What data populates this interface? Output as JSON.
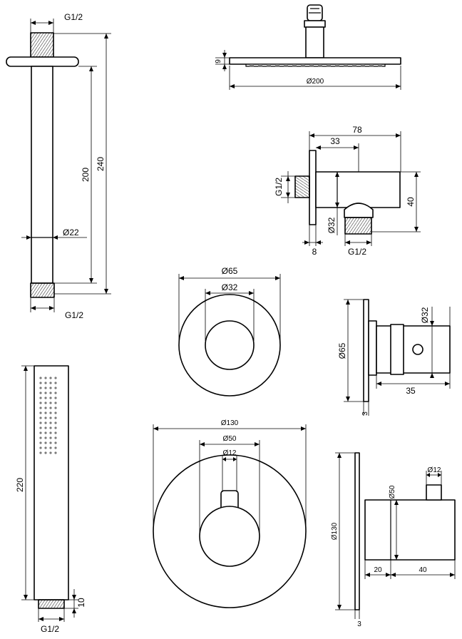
{
  "ceiling_arm": {
    "thread_top": "G1/2",
    "length_inner": "200",
    "length_total": "240",
    "diameter": "Ø22",
    "thread_bottom": "G1/2"
  },
  "shower_head": {
    "thickness": "9",
    "diameter": "Ø200"
  },
  "wall_outlet": {
    "width_total": "78",
    "width_inner": "33",
    "thread_side": "G1/2",
    "height": "40",
    "diameter": "Ø32",
    "flange": "8",
    "thread_bottom": "G1/2"
  },
  "small_rosette": {
    "outer": "Ø65",
    "inner": "Ø32"
  },
  "small_valve_side": {
    "rosette": "Ø65",
    "body": "Ø32",
    "length": "35",
    "plate": "3"
  },
  "hand_shower": {
    "length": "220",
    "neck": "10",
    "thread": "G1/2"
  },
  "large_rosette": {
    "outer": "Ø130",
    "middle": "Ø50",
    "inner": "Ø12"
  },
  "mixer_side": {
    "plate": "Ø130",
    "body": "Ø50",
    "spindle": "Ø12",
    "offset": "20",
    "length": "40",
    "thickness": "3"
  }
}
